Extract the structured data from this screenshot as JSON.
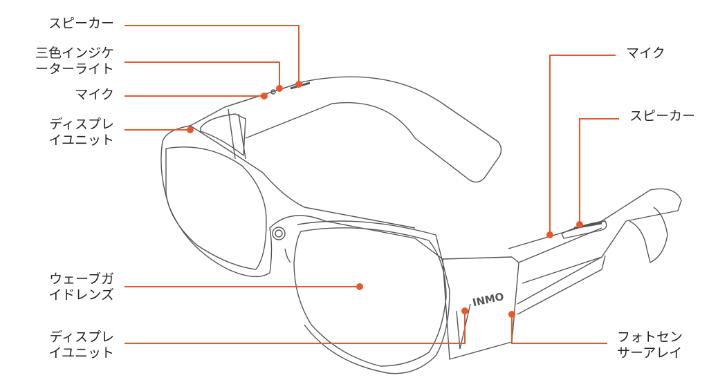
{
  "accent_color": "#e8572a",
  "outline_color": "#555555",
  "logo_text": "INMO",
  "labels_left": [
    {
      "lines": [
        "スピーカー"
      ]
    },
    {
      "lines": [
        "三色インジケ",
        "ーターライト"
      ]
    },
    {
      "lines": [
        "マイク"
      ]
    },
    {
      "lines": [
        "ディスプレ",
        "イユニット"
      ]
    },
    {
      "lines": [
        "ウェーブガ",
        "イドレンズ"
      ]
    },
    {
      "lines": [
        "ディスプレ",
        "イユニット"
      ]
    }
  ],
  "labels_right": [
    {
      "lines": [
        "マイク"
      ]
    },
    {
      "lines": [
        "スピーカー"
      ]
    },
    {
      "lines": [
        "フォトセン",
        "サーアレイ"
      ]
    }
  ]
}
